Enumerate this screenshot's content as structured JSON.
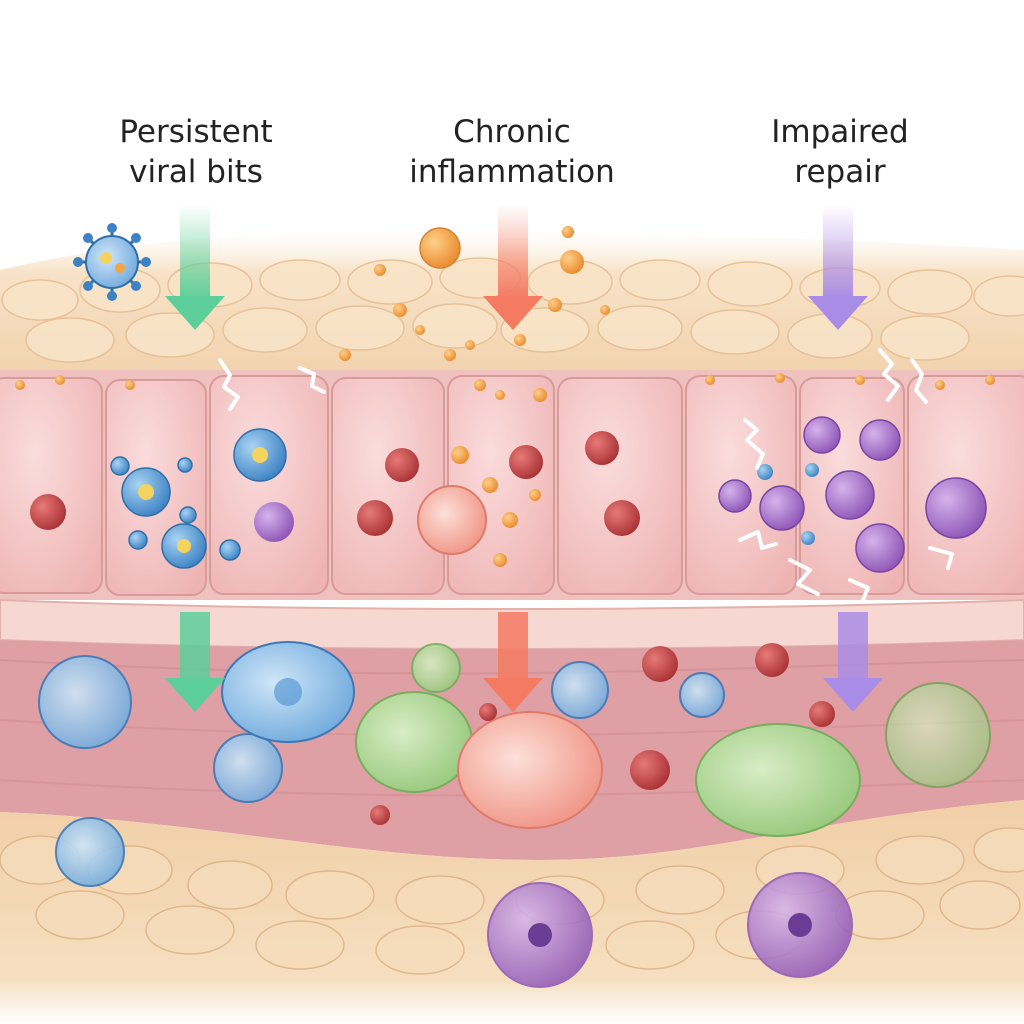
{
  "labels": {
    "left": "Persistent\nviral bits",
    "center": "Chronic\ninflammation",
    "right": "Impaired\nrepair"
  },
  "colors": {
    "viral": "#5ccf9a",
    "inflammation": "#f47a62",
    "repair": "#a98ce6",
    "viral_particle": "#4a8fd0",
    "immune_cell_green": "#a9d38f",
    "immune_cell_red": "#f29c8e",
    "repair_cell_purple": "#9b6bc4",
    "cytokine_dot": "#f2a340",
    "epithelium": "#f3c2c0",
    "submucosa": "#e0a6a8",
    "fat_tissue": "#efcfa6"
  },
  "icons": [
    "arrow-down-icon",
    "virus-icon",
    "cell-icon",
    "damage-crack-icon"
  ]
}
